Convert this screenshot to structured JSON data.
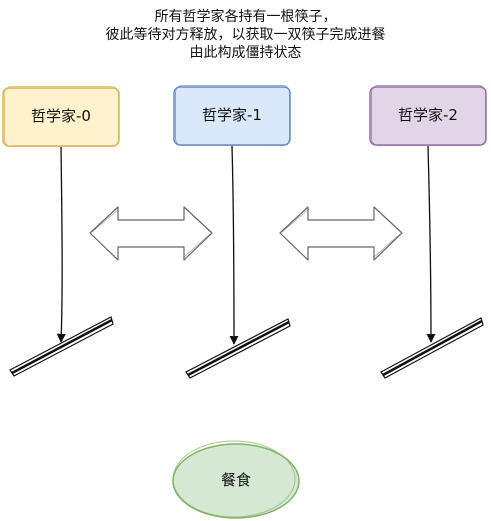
{
  "caption": {
    "line1": "所有哲学家各持有一根筷子，",
    "line2": "彼此等待对方释放，以获取一双筷子完成进餐",
    "line3": "由此构成僵持状态"
  },
  "philosophers": [
    {
      "label": "哲学家-0",
      "stroke": "#d6b656",
      "fill": "#fff2cc"
    },
    {
      "label": "哲学家-1",
      "stroke": "#6c8ebf",
      "fill": "#dae8fc"
    },
    {
      "label": "哲学家-2",
      "stroke": "#9673a6",
      "fill": "#e1d5e7"
    }
  ],
  "meal": {
    "label": "餐食",
    "stroke": "#82b366",
    "fill": "#d5e8d4"
  },
  "colors": {
    "line": "#111111",
    "arrow_outline": "#666666"
  }
}
